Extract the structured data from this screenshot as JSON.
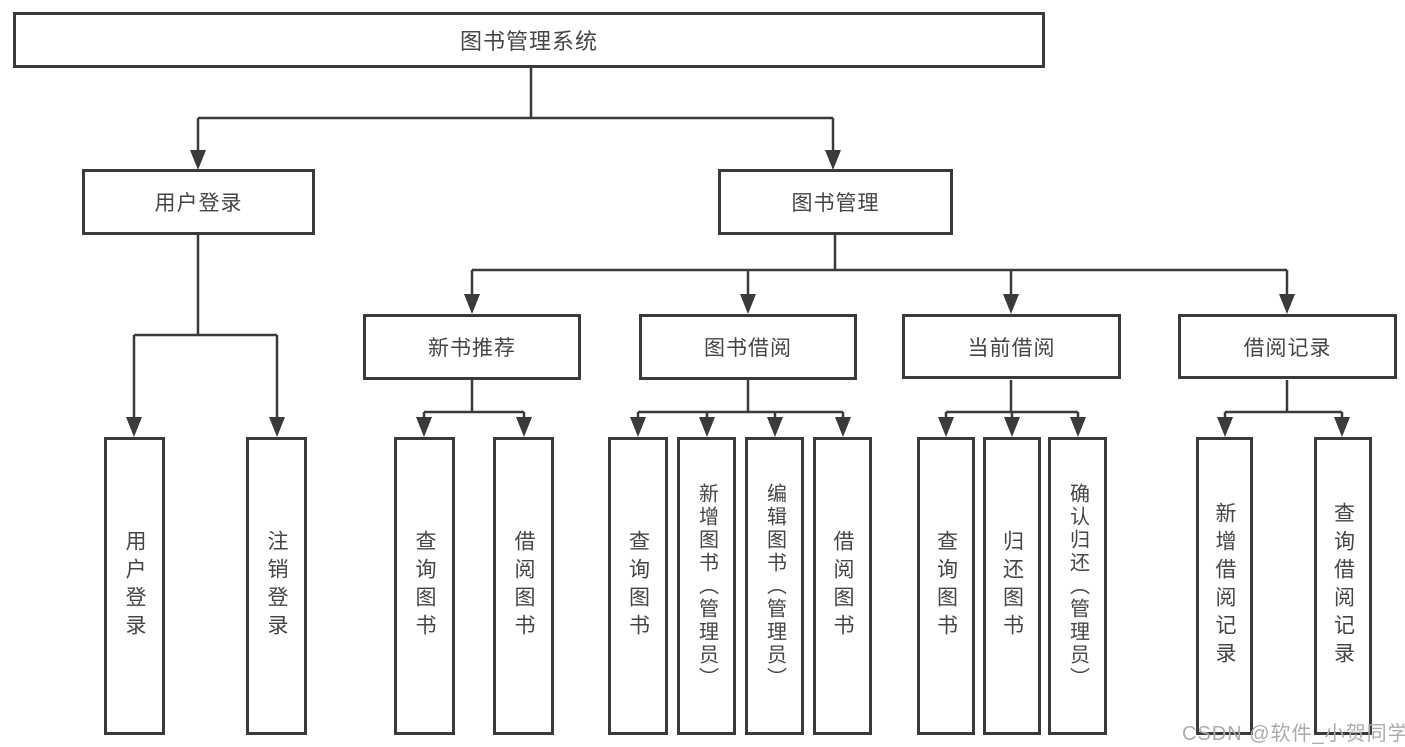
{
  "tree": {
    "root": {
      "label": "图书管理系统",
      "children": [
        {
          "label": "用户登录",
          "children": [
            {
              "label": "用户登录"
            },
            {
              "label": "注销登录"
            }
          ]
        },
        {
          "label": "图书管理",
          "children": [
            {
              "label": "新书推荐",
              "children": [
                {
                  "label": "查询图书"
                },
                {
                  "label": "借阅图书"
                }
              ]
            },
            {
              "label": "图书借阅",
              "children": [
                {
                  "label": "查询图书"
                },
                {
                  "label": "新增图书（管理员）"
                },
                {
                  "label": "编辑图书（管理员）"
                },
                {
                  "label": "借阅图书"
                }
              ]
            },
            {
              "label": "当前借阅",
              "children": [
                {
                  "label": "查询图书"
                },
                {
                  "label": "归还图书"
                },
                {
                  "label": "确认归还（管理员）"
                }
              ]
            },
            {
              "label": "借阅记录",
              "children": [
                {
                  "label": "新增借阅记录"
                },
                {
                  "label": "查询借阅记录"
                }
              ]
            }
          ]
        }
      ]
    }
  },
  "watermark": {
    "text": "CSDN @软件_小贺同学"
  },
  "colors": {
    "line": "#3a3a3a",
    "box_border": "#3a3a3a",
    "text": "#454545",
    "watermark": "#ababab",
    "background": "#ffffff"
  }
}
